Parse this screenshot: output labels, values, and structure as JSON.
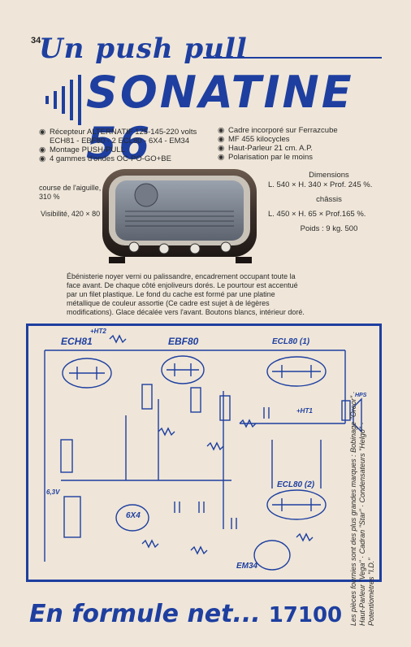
{
  "page_number": "34",
  "header": {
    "subtitle": "Un push pull",
    "title": "SONATINE 56"
  },
  "specs_left": [
    {
      "bullet": "◉",
      "text": "Récepteur ALTERNATIF 125-145-220 volts"
    },
    {
      "bullet": "",
      "text": "ECH81 - EBF80 - 2 ECL80 - 6X4 - EM34"
    },
    {
      "bullet": "◉",
      "text": "Montage PUSH-PULL"
    },
    {
      "bullet": "◉",
      "text": "4 gammes d'ondes OC-PO-GO+BE"
    }
  ],
  "specs_right": [
    {
      "bullet": "◉",
      "text": "Cadre incorporé sur Ferrazcube"
    },
    {
      "bullet": "◉",
      "text": "MF 455 kilocycles"
    },
    {
      "bullet": "◉",
      "text": "Haut-Parleur 21 cm. A.P."
    },
    {
      "bullet": "◉",
      "text": "Polarisation par le moins"
    }
  ],
  "notes": {
    "course": "course de l'aiguille, 310 %",
    "visibility": "Visibilité, 420 × 80"
  },
  "dimensions": {
    "heading": "Dimensions",
    "cabinet": "L. 540 × H. 340 × Prof. 245 %.",
    "chassis_heading": "châssis",
    "chassis": "L. 450 × H. 65 × Prof.165 %.",
    "weight": "Poids : 9 kg. 500"
  },
  "ebenisterie": "Ébénisterie noyer verni ou palissandre, encadrement occupant toute la face avant. De chaque côté enjoliveurs dorés. Le pourtour est accentué par un filet plastique. Le fond du cache est formé par une platine métallique de couleur assortie (Ce cadre est sujet à de légères modifications). Glace décalée vers l'avant. Boutons blancs, intérieur doré.",
  "schematic_labels": {
    "ech81": "ECH81",
    "ebf80": "EBF80",
    "ecl80_1": "ECL80 (1)",
    "ecl80_2": "ECL80 (2)",
    "sixx4": "6X4",
    "em34": "EM34",
    "ht2": "+HT2",
    "ht1": "+HT1",
    "volts": "6,3V",
    "hps": "HPS"
  },
  "side_note": "Les pièces fournies sont des plus grandes marques : Bobinage \"Oreor\" · Haut-Parleur \"Vega\" · Cadran \"Star\" · Condensateurs \"Helgo\" · Potentiomètres \"I.D.\"",
  "footer": {
    "formula": "En formule net...",
    "price": "17100"
  }
}
